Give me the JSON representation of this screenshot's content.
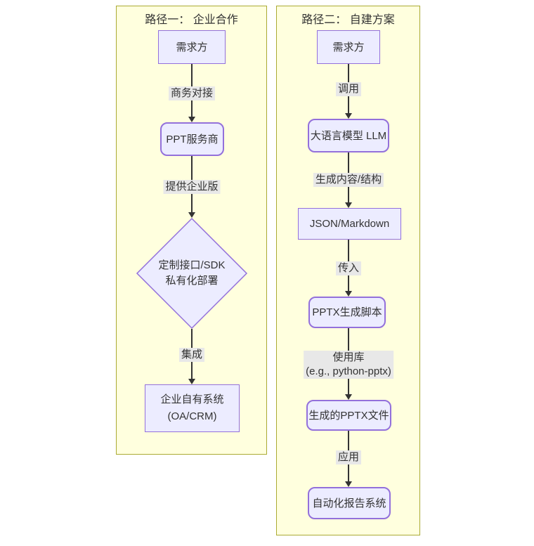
{
  "diagram": {
    "type": "flowchart",
    "clusters": [
      {
        "title": "路径一： 企业合作",
        "nodes": [
          {
            "label": "需求方",
            "shape": "rect"
          },
          {
            "label": "PPT服务商",
            "shape": "rounded"
          },
          {
            "line1": "定制接口/SDK",
            "line2": "私有化部署",
            "shape": "diamond"
          },
          {
            "line1": "企业自有系统",
            "line2": "(OA/CRM)",
            "shape": "rect"
          }
        ],
        "edges": [
          {
            "label": "商务对接"
          },
          {
            "label": "提供企业版"
          },
          {
            "label": "集成"
          }
        ]
      },
      {
        "title": "路径二： 自建方案",
        "nodes": [
          {
            "label": "需求方",
            "shape": "rect"
          },
          {
            "label": "大语言模型 LLM",
            "shape": "rounded"
          },
          {
            "label": "JSON/Markdown",
            "shape": "rect"
          },
          {
            "label": "PPTX生成脚本",
            "shape": "rounded"
          },
          {
            "label": "生成的PPTX文件",
            "shape": "rounded"
          },
          {
            "label": "自动化报告系统",
            "shape": "rounded"
          }
        ],
        "edges": [
          {
            "label": "调用"
          },
          {
            "label": "生成内容/结构"
          },
          {
            "label": "传入"
          },
          {
            "line1": "使用库",
            "line2": "(e.g., python-pptx)"
          },
          {
            "label": "应用"
          }
        ]
      }
    ],
    "colors": {
      "cluster_fill": "#ffffde",
      "cluster_border": "#aaaa33",
      "node_fill": "#ececff",
      "node_border": "#9370db",
      "edge_label_bg": "#e8e8e8",
      "line": "#333333",
      "text": "#333333"
    }
  }
}
